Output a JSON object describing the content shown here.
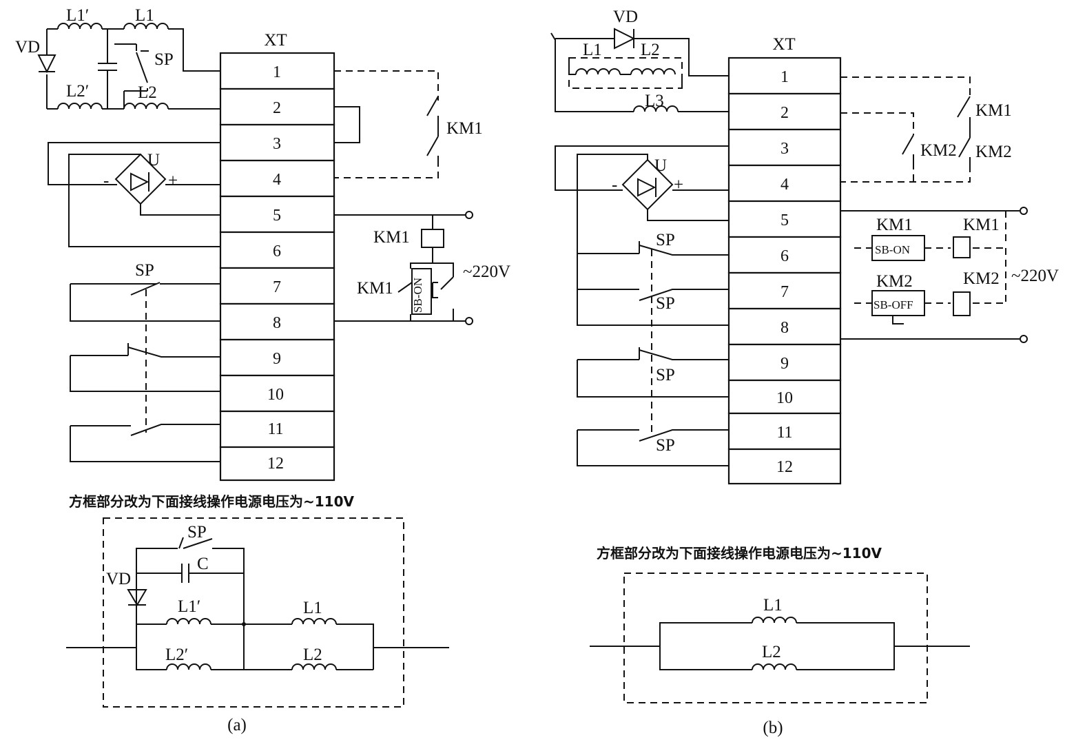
{
  "diagram_a": {
    "caption": "(a)",
    "terminal_block": "XT",
    "terminals": [
      "1",
      "2",
      "3",
      "4",
      "5",
      "6",
      "7",
      "8",
      "9",
      "10",
      "11",
      "12"
    ],
    "labels": {
      "vd": "VD",
      "l1p": "L1′",
      "l1": "L1",
      "l2p": "L2′",
      "l2": "L2",
      "sp_top": "SP",
      "u": "U",
      "minus": "-",
      "plus": "+",
      "km1_contact": "KM1",
      "km1_coil": "KM1",
      "km1_aux": "KM1",
      "sb_on": "SB-ON",
      "voltage": "~220V",
      "sp_mid": "SP"
    },
    "note": "方框部分改为下面接线操作电源电压为~110V",
    "sub": {
      "sp": "SP",
      "c": "C",
      "vd": "VD",
      "l1p": "L1′",
      "l1": "L1",
      "l2p": "L2′",
      "l2": "L2"
    }
  },
  "diagram_b": {
    "caption": "(b)",
    "terminal_block": "XT",
    "terminals": [
      "1",
      "2",
      "3",
      "4",
      "5",
      "6",
      "7",
      "8",
      "9",
      "10",
      "11",
      "12"
    ],
    "labels": {
      "vd": "VD",
      "l1": "L1",
      "l2": "L2",
      "l3": "L3",
      "u": "U",
      "minus": "-",
      "plus": "+",
      "km1_contact": "KM1",
      "km2_contact_a": "KM2",
      "km2_contact_b": "KM2",
      "km1_sw": "KM1",
      "km1_coil": "KM1",
      "sb_on": "SB-ON",
      "km2_sw": "KM2",
      "km2_coil": "KM2",
      "sb_off": "SB-OFF",
      "voltage": "~220V",
      "sp1": "SP",
      "sp2": "SP",
      "sp3": "SP",
      "sp4": "SP"
    },
    "note": "方框部分改为下面接线操作电源电压为~110V",
    "sub": {
      "l1": "L1",
      "l2": "L2"
    }
  }
}
